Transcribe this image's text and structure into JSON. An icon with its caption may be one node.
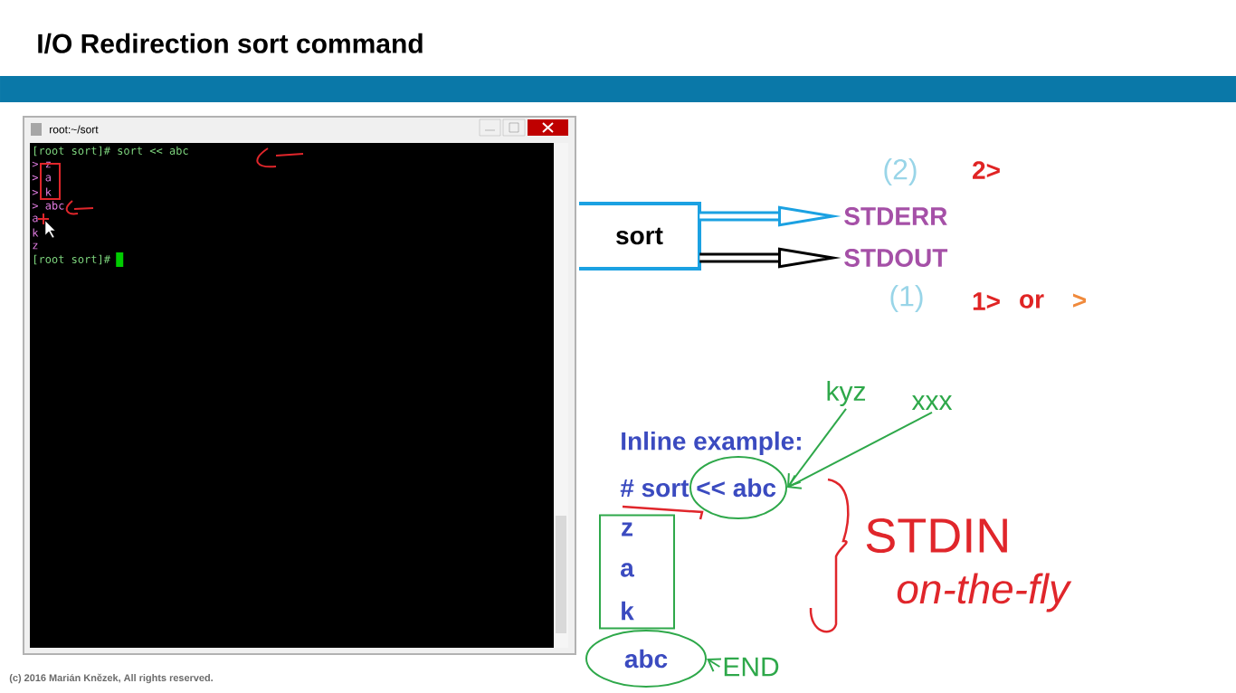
{
  "diagram": {
    "title": "I/O Redirection   sort command",
    "nodes": [
      {
        "text": [
          "root:~/sort",
          "[root sort]# sort << abc",
          "> z",
          "> a",
          "> k",
          "> abc",
          "a",
          "k",
          "z",
          "[root sort]#"
        ]
      },
      {
        "text": [
          "sort"
        ]
      },
      {
        "text": [
          "STDERR"
        ]
      },
      {
        "text": [
          "STDOUT"
        ]
      },
      {
        "text": [
          "kyz"
        ]
      },
      {
        "text": [
          "xxx"
        ]
      },
      {
        "text": [],
        "shape": "circle"
      },
      {
        "text": [
          "z",
          "a",
          "k"
        ]
      },
      {
        "text": [
          "abc"
        ]
      },
      {
        "text": [
          "END"
        ]
      }
    ],
    "edges": [
      {
        "from": 1,
        "to": 2,
        "arrow": "to",
        "style": "thick",
        "color": "#1ba1e2"
      },
      {
        "from": 1,
        "to": 3,
        "arrow": "to",
        "style": "thick",
        "color": "#000000"
      },
      {
        "from": 4,
        "to": 6,
        "arrow": "to"
      },
      {
        "from": 5,
        "to": 6,
        "arrow": "to"
      },
      {
        "from": 9,
        "to": 8,
        "arrow": "to"
      }
    ],
    "labels": [
      "(2)",
      "2>",
      "(1)",
      "1>",
      "or",
      ">",
      "Inline example:",
      "# sort << abc",
      "STDIN",
      "on-the-fly",
      "(c) 2016 Marián Knězek, All rights reserved."
    ]
  }
}
